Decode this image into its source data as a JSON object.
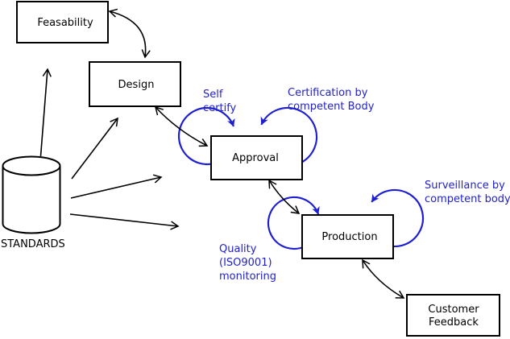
{
  "diagram": {
    "title": "standards-process-flow-diagram",
    "colors": {
      "line": "#000000",
      "box_fill": "#ffffff",
      "annotation_text": "#2222cc",
      "loop_stroke": "#1e1ed2",
      "background": "#ffffff"
    },
    "nodes": {
      "feasability": {
        "label": "Feasability"
      },
      "design": {
        "label": "Design"
      },
      "approval": {
        "label": "Approval"
      },
      "production": {
        "label": "Production"
      },
      "customer_feedback": {
        "line1": "Customer",
        "line2": "Feedback"
      },
      "standards": {
        "label": "STANDARDS"
      }
    },
    "annotations": {
      "self_certify": {
        "line1": "Self",
        "line2": "certify"
      },
      "certification": {
        "line1": "Certification by",
        "line2": "competent Body"
      },
      "quality": {
        "line1": "Quality",
        "line2": "(ISO9001)",
        "line3": "monitoring"
      },
      "surveillance": {
        "line1": "Surveillance by",
        "line2": "competent body"
      }
    }
  }
}
